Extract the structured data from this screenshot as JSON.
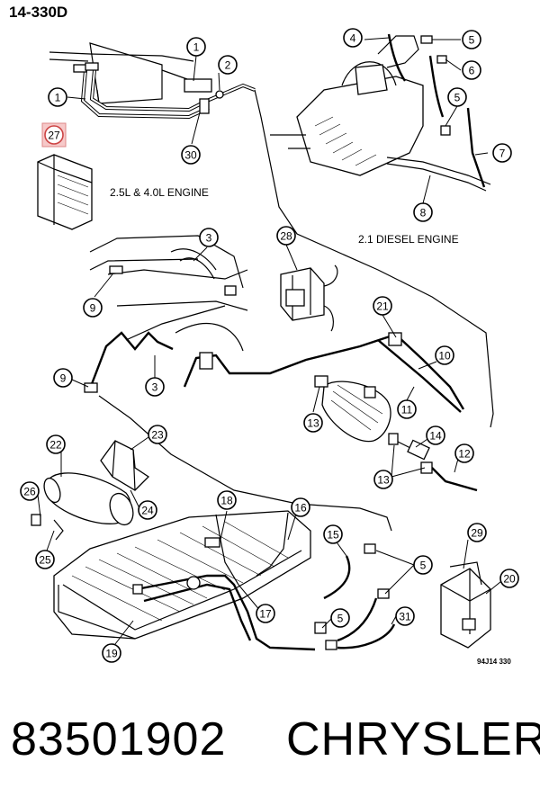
{
  "page_code": "14-330D",
  "labels": {
    "engine_gas": "2.5L & 4.0L ENGINE",
    "engine_diesel": "2.1 DIESEL ENGINE",
    "figure_code": "94J14 330"
  },
  "callouts": [
    {
      "id": "c1a",
      "text": "1"
    },
    {
      "id": "c1b",
      "text": "1"
    },
    {
      "id": "c2",
      "text": "2"
    },
    {
      "id": "c30",
      "text": "30"
    },
    {
      "id": "c27",
      "text": "27"
    },
    {
      "id": "c4",
      "text": "4"
    },
    {
      "id": "c5a",
      "text": "5"
    },
    {
      "id": "c6",
      "text": "6"
    },
    {
      "id": "c5b",
      "text": "5"
    },
    {
      "id": "c7",
      "text": "7"
    },
    {
      "id": "c8",
      "text": "8"
    },
    {
      "id": "c3a",
      "text": "3"
    },
    {
      "id": "c28",
      "text": "28"
    },
    {
      "id": "c9a",
      "text": "9"
    },
    {
      "id": "c21",
      "text": "21"
    },
    {
      "id": "c10",
      "text": "10"
    },
    {
      "id": "c9b",
      "text": "9"
    },
    {
      "id": "c3b",
      "text": "3"
    },
    {
      "id": "c11",
      "text": "11"
    },
    {
      "id": "c13a",
      "text": "13"
    },
    {
      "id": "c14",
      "text": "14"
    },
    {
      "id": "c22",
      "text": "22"
    },
    {
      "id": "c23",
      "text": "23"
    },
    {
      "id": "c12",
      "text": "12"
    },
    {
      "id": "c13b",
      "text": "13"
    },
    {
      "id": "c26",
      "text": "26"
    },
    {
      "id": "c24",
      "text": "24"
    },
    {
      "id": "c18",
      "text": "18"
    },
    {
      "id": "c16",
      "text": "16"
    },
    {
      "id": "c25",
      "text": "25"
    },
    {
      "id": "c15",
      "text": "15"
    },
    {
      "id": "c5c",
      "text": "5"
    },
    {
      "id": "c29",
      "text": "29"
    },
    {
      "id": "c20",
      "text": "20"
    },
    {
      "id": "c17",
      "text": "17"
    },
    {
      "id": "c5d",
      "text": "5"
    },
    {
      "id": "c31",
      "text": "31"
    },
    {
      "id": "c19",
      "text": "19"
    }
  ],
  "footer": {
    "part_number": "83501902",
    "brand": "CHRYSLER"
  }
}
